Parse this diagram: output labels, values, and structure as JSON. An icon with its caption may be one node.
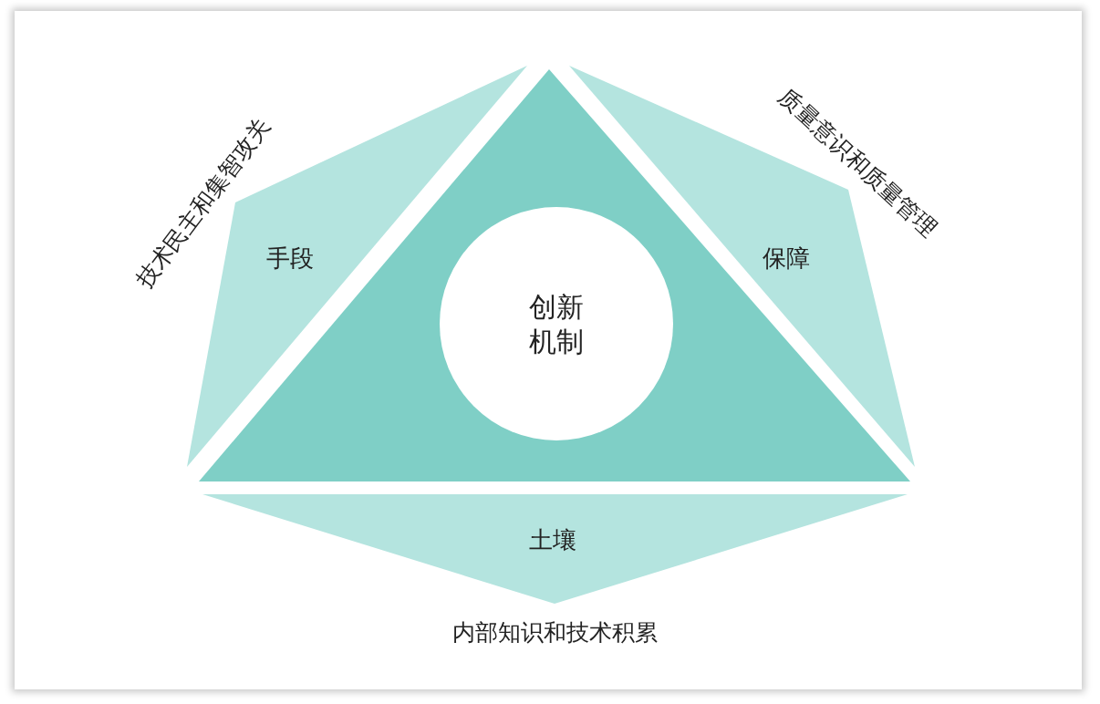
{
  "diagram": {
    "nodes": [
      {
        "text": [],
        "shape": "triangle"
      },
      {
        "text": [
          "创新机制"
        ],
        "in": 0
      },
      {
        "text": [
          "手段"
        ],
        "beside": [
          "技术民主和集智攻关"
        ]
      },
      {
        "text": [
          "保障"
        ],
        "beside": [
          "质量意识和质量管理"
        ]
      },
      {
        "text": [
          "土壤"
        ],
        "beside": [
          "内部知识和技术积累"
        ]
      }
    ]
  }
}
